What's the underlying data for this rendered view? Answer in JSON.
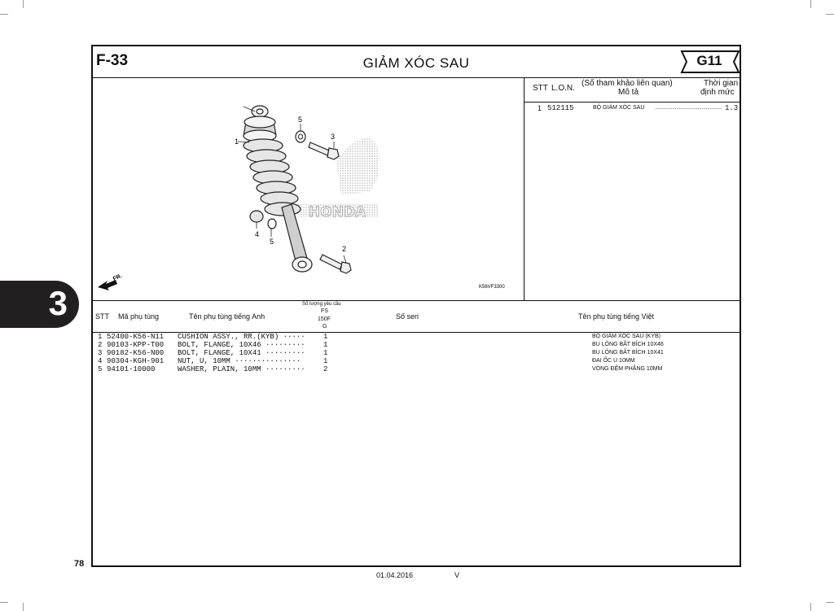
{
  "header": {
    "figure_code": "F-33",
    "title": "GIẢM XÓC SAU",
    "group_badge": "G11"
  },
  "illustration": {
    "callouts": [
      "1",
      "2",
      "3",
      "4",
      "5",
      "5"
    ],
    "direction_label": "FR.",
    "drawing_code": "K56VF3300",
    "watermark": "HONDA"
  },
  "lon_table": {
    "headers": {
      "stt": "STT",
      "lon": "L.O.N.",
      "desc_line1": "(Số tham khảo liên quan)",
      "desc_line2": "Mô tả",
      "time_line1": "Thời gian",
      "time_line2": "định mức"
    },
    "rows": [
      {
        "stt": "1",
        "lon": "512115",
        "desc": "BỘ GIẢM XÓC SAU",
        "time": "1.3"
      }
    ]
  },
  "parts_table": {
    "headers": {
      "stt": "STT",
      "part_no": "Mã phụ tùng",
      "name_en": "Tên phụ tùng tiếng Anh",
      "qty_line1": "Số lượng yêu cầu",
      "qty_line2": "FS",
      "qty_line3": "150F",
      "qty_line4": "G",
      "serial": "Số seri",
      "name_vi": "Tên phụ tùng tiếng Việt"
    },
    "rows": [
      {
        "stt": "1",
        "part_no": "52400-K56-N11",
        "name_en": "CUSHION ASSY., RR.(KYB) ·····",
        "qty": "1",
        "name_vi": "BỘ GIẢM XÓC SAU (KYB)"
      },
      {
        "stt": "2",
        "part_no": "90103-KPP-T00",
        "name_en": "BOLT, FLANGE, 10X46 ·········",
        "qty": "1",
        "name_vi": "BU LÔNG BẮT BÍCH 10X46"
      },
      {
        "stt": "3",
        "part_no": "90182-K56-N00",
        "name_en": "BOLT, FLANGE, 10X41 ·········",
        "qty": "1",
        "name_vi": "BU LÔNG BẮT BÍCH 10X41"
      },
      {
        "stt": "4",
        "part_no": "90304-KGH-901",
        "name_en": "NUT, U, 10MM ···············",
        "qty": "1",
        "name_vi": "ĐAI ỐC U 10MM"
      },
      {
        "stt": "5",
        "part_no": "94101-10000",
        "name_en": "WASHER, PLAIN, 10MM ·········",
        "qty": "2",
        "name_vi": "VÒNG ĐỆM PHẲNG 10MM"
      }
    ]
  },
  "side_tab": {
    "label": "3"
  },
  "footer": {
    "page_number": "78",
    "date": "01.04.2016",
    "version": "V"
  }
}
